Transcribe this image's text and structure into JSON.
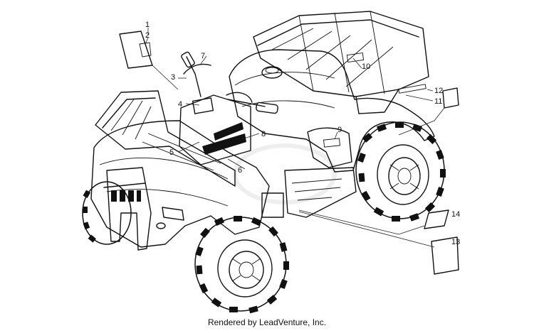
{
  "diagram": {
    "callouts": [
      {
        "id": "c1",
        "label": "1"
      },
      {
        "id": "c2",
        "label": "2"
      },
      {
        "id": "c3",
        "label": "3"
      },
      {
        "id": "c4",
        "label": "4"
      },
      {
        "id": "c5",
        "label": "5"
      },
      {
        "id": "c6",
        "label": "6"
      },
      {
        "id": "c7",
        "label": "7"
      },
      {
        "id": "c8",
        "label": "8"
      },
      {
        "id": "c9",
        "label": "9"
      },
      {
        "id": "c10",
        "label": "10"
      },
      {
        "id": "c11",
        "label": "11"
      },
      {
        "id": "c12",
        "label": "12"
      },
      {
        "id": "c13",
        "label": "13"
      },
      {
        "id": "c14",
        "label": "14"
      }
    ],
    "footer": "Rendered by LeadVenture, Inc."
  }
}
